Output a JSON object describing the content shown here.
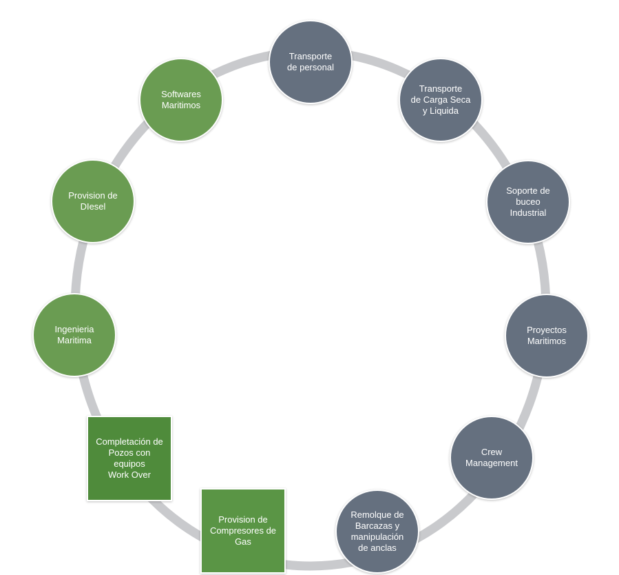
{
  "diagram": {
    "colors": {
      "ring": "#c9cacd",
      "gray_node": "#65707f",
      "green_node": "#6a9c52",
      "green_square": "#4f8b3b"
    },
    "nodes": [
      {
        "label": "Transporte\nde personal",
        "color": "gray",
        "shape": "circle"
      },
      {
        "label": "Transporte\nde Carga Seca\ny Liquida",
        "color": "gray",
        "shape": "circle"
      },
      {
        "label": "Soporte de\nbuceo\nIndustrial",
        "color": "gray",
        "shape": "circle"
      },
      {
        "label": "Proyectos\nMaritimos",
        "color": "gray",
        "shape": "circle"
      },
      {
        "label": "Crew\nManagement",
        "color": "gray",
        "shape": "circle"
      },
      {
        "label": "Remolque de\nBarcazas y\nmanipulación\nde anclas",
        "color": "gray",
        "shape": "circle"
      },
      {
        "label": "Provision de\nCompresores de\nGas",
        "color": "green",
        "shape": "square"
      },
      {
        "label": "Completación de\nPozos con equipos\nWork Over",
        "color": "green",
        "shape": "square"
      },
      {
        "label": "Ingenieria\nMaritima",
        "color": "green",
        "shape": "circle"
      },
      {
        "label": "Provision de\nDIesel",
        "color": "green",
        "shape": "circle"
      },
      {
        "label": "Softwares\nMaritimos",
        "color": "green",
        "shape": "circle"
      }
    ]
  }
}
